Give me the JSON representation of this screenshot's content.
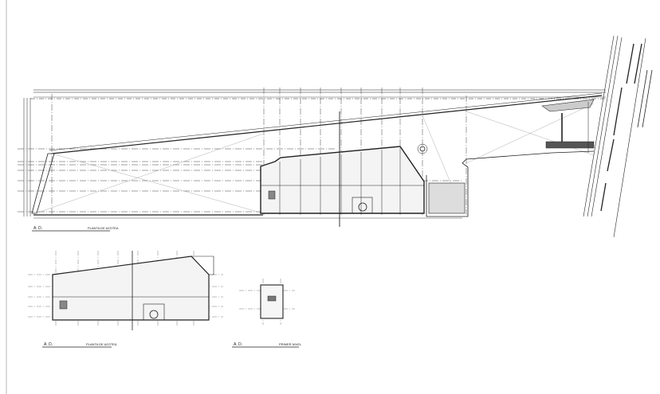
{
  "drawings": [
    {
      "tag": "A. D.",
      "title": "PLANTA DE AZOTEA"
    },
    {
      "tag": "A. D.",
      "title": "PLANTA DE AZOTEA"
    },
    {
      "tag": "A. D.",
      "title": "PRIMER NIVEL"
    }
  ],
  "colors": {
    "line": "#222222",
    "hatch": "#bbbbbb",
    "guide": "#999999"
  }
}
